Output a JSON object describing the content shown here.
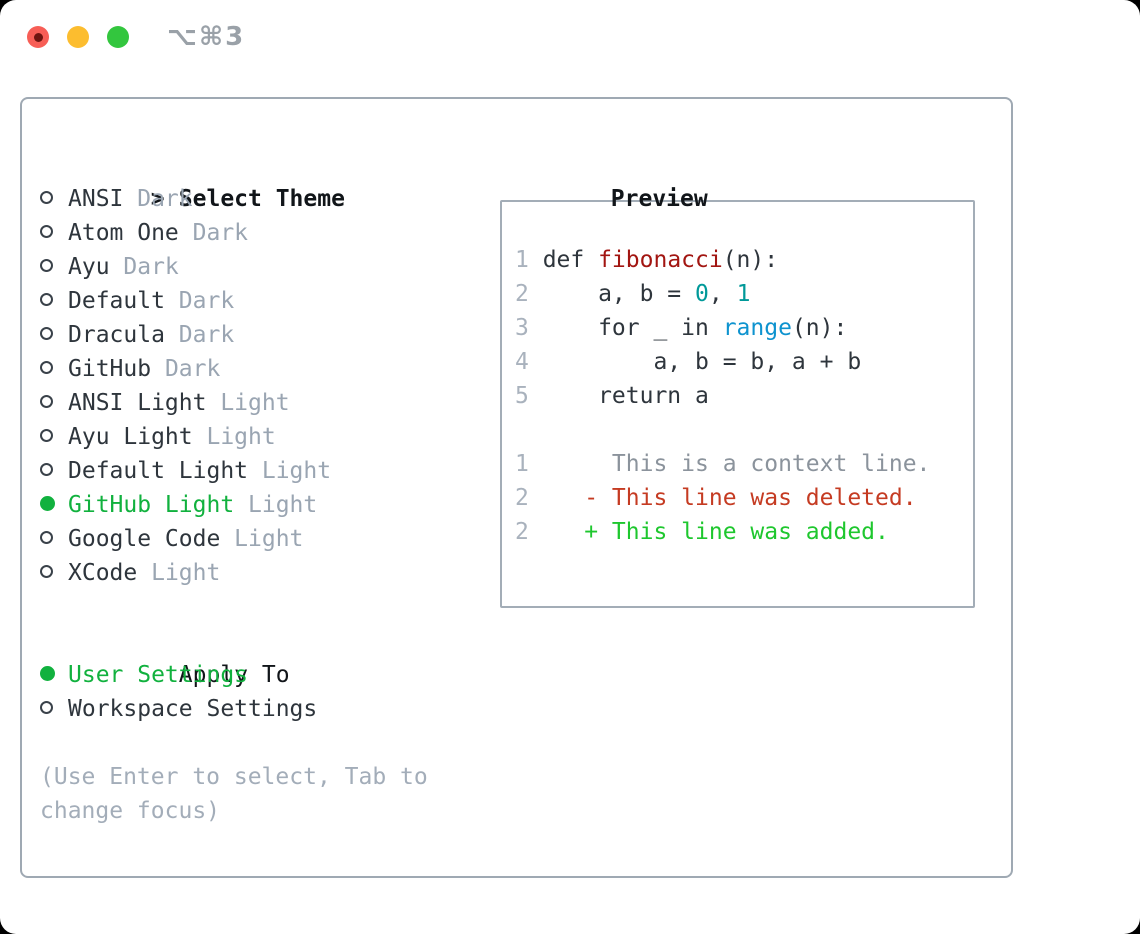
{
  "window": {
    "title": "⌥⌘3",
    "traffic_lights": [
      "close",
      "minimize",
      "zoom"
    ]
  },
  "colors": {
    "accent_green": "#11b13e",
    "traffic_red": "#f75e56",
    "traffic_yellow": "#fcbd2f",
    "traffic_green": "#33c63e",
    "syntax_function": "#a21511",
    "syntax_number": "#009999",
    "syntax_builtin": "#0e93cf",
    "diff_deleted": "#c53b22",
    "diff_added": "#1ec72e"
  },
  "theme_list": {
    "header_marker": ">",
    "header": "Select Theme",
    "items": [
      {
        "name": "ANSI",
        "tag": "Dark",
        "selected": false
      },
      {
        "name": "Atom One",
        "tag": "Dark",
        "selected": false
      },
      {
        "name": "Ayu",
        "tag": "Dark",
        "selected": false
      },
      {
        "name": "Default",
        "tag": "Dark",
        "selected": false
      },
      {
        "name": "Dracula",
        "tag": "Dark",
        "selected": false
      },
      {
        "name": "GitHub",
        "tag": "Dark",
        "selected": false
      },
      {
        "name": "ANSI Light",
        "tag": "Light",
        "selected": false
      },
      {
        "name": "Ayu Light",
        "tag": "Light",
        "selected": false
      },
      {
        "name": "Default Light",
        "tag": "Light",
        "selected": false
      },
      {
        "name": "GitHub Light",
        "tag": "Light",
        "selected": true
      },
      {
        "name": "Google Code",
        "tag": "Light",
        "selected": false
      },
      {
        "name": "XCode",
        "tag": "Light",
        "selected": false
      }
    ]
  },
  "apply_to": {
    "header": "Apply To",
    "options": [
      {
        "name": "User Settings",
        "selected": true
      },
      {
        "name": "Workspace Settings",
        "selected": false
      }
    ]
  },
  "help": {
    "lines": [
      "(Use Enter to select, Tab to",
      "change focus)"
    ]
  },
  "preview": {
    "title": "Preview",
    "lines": [
      {
        "num": "1",
        "tokens": [
          {
            "t": "def ",
            "c": "plain"
          },
          {
            "t": "fibonacci",
            "c": "func"
          },
          {
            "t": "(n):",
            "c": "plain"
          }
        ]
      },
      {
        "num": "2",
        "tokens": [
          {
            "t": "    a, b = ",
            "c": "plain"
          },
          {
            "t": "0",
            "c": "num"
          },
          {
            "t": ", ",
            "c": "plain"
          },
          {
            "t": "1",
            "c": "num"
          }
        ]
      },
      {
        "num": "3",
        "tokens": [
          {
            "t": "    for _ in ",
            "c": "plain"
          },
          {
            "t": "range",
            "c": "builtin"
          },
          {
            "t": "(n):",
            "c": "plain"
          }
        ]
      },
      {
        "num": "4",
        "tokens": [
          {
            "t": "        a, b = b, a + b",
            "c": "plain"
          }
        ]
      },
      {
        "num": "5",
        "tokens": [
          {
            "t": "    return a",
            "c": "plain"
          }
        ]
      },
      {
        "num": "",
        "tokens": []
      },
      {
        "num": "1",
        "tokens": [
          {
            "t": "     This is a context line.",
            "c": "context"
          }
        ]
      },
      {
        "num": "2",
        "tokens": [
          {
            "t": "   - This line was deleted.",
            "c": "deleted"
          }
        ]
      },
      {
        "num": "2",
        "tokens": [
          {
            "t": "   + This line was added.",
            "c": "added"
          }
        ]
      }
    ]
  }
}
